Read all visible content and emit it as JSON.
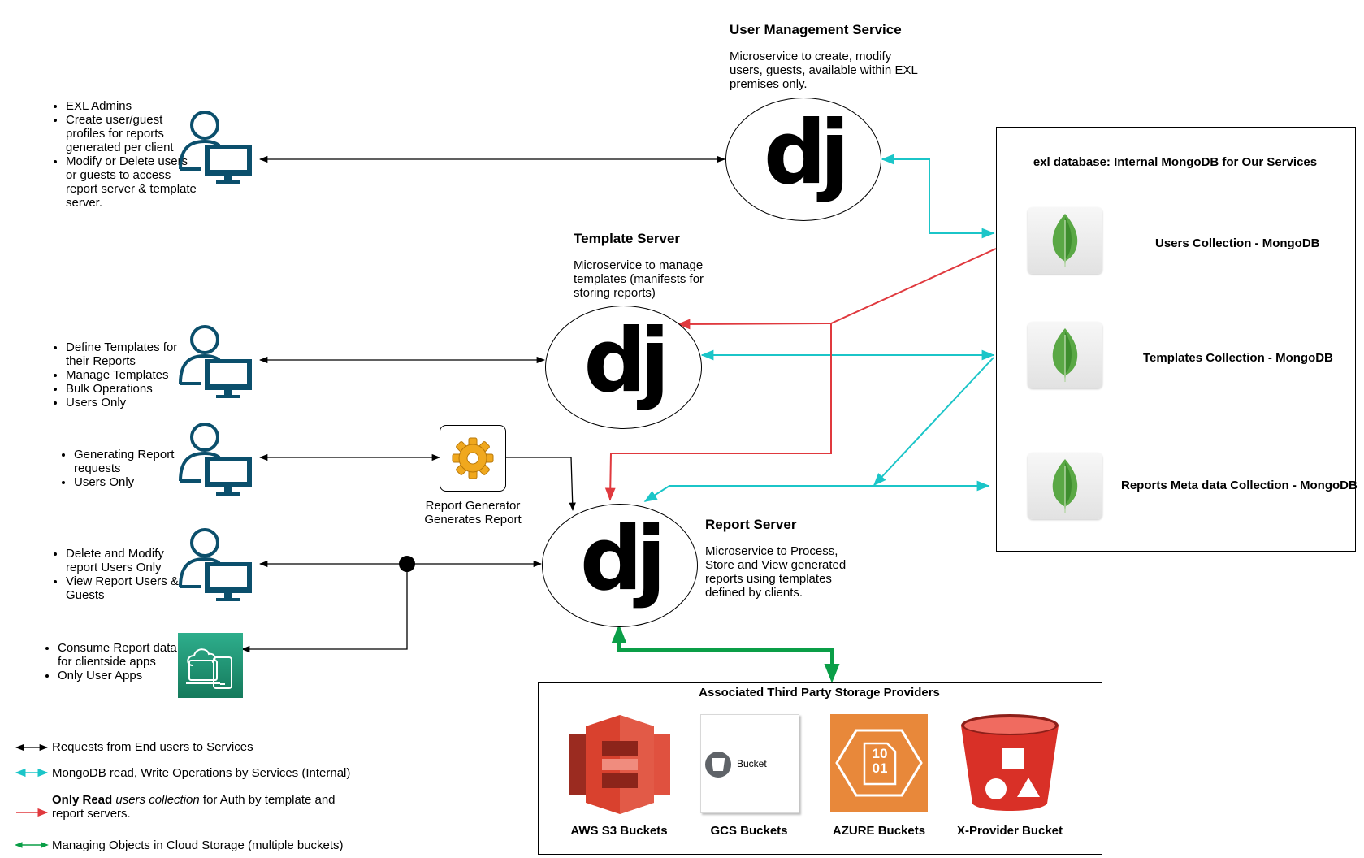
{
  "user_management": {
    "title": "User Management Service",
    "desc": "Microservice to create, modify users, guests, available within EXL premises only."
  },
  "template_server": {
    "title": "Template Server",
    "desc": "Microservice to manage templates (manifests for storing reports)"
  },
  "report_server": {
    "title": "Report Server",
    "desc": "Microservice to Process, Store and View generated reports using templates defined by clients."
  },
  "report_generator": {
    "label_line1": "Report Generator",
    "label_line2": "Generates Report"
  },
  "django_logo_text": "dj",
  "database": {
    "title": "exl database: Internal MongoDB for Our Services",
    "collections": [
      {
        "label": "Users Collection - MongoDB"
      },
      {
        "label": "Templates Collection - MongoDB"
      },
      {
        "label": "Reports Meta data Collection - MongoDB"
      }
    ]
  },
  "actors": [
    {
      "icon": "user-computer-icon",
      "bullets": [
        "EXL Admins",
        "Create user/guest profiles for reports generated per client",
        "Modify or Delete users or guests to access report server & template server."
      ]
    },
    {
      "icon": "user-computer-icon",
      "bullets": [
        "Define Templates for their Reports",
        "Manage Templates",
        "Bulk Operations",
        "Users Only"
      ]
    },
    {
      "icon": "user-computer-icon",
      "bullets": [
        "Generating Report requests",
        "Users Only"
      ]
    },
    {
      "icon": "user-computer-icon",
      "bullets": [
        "Delete and Modify report Users Only",
        "View Report Users & Guests"
      ]
    },
    {
      "icon": "cloud-devices-icon",
      "bullets": [
        "Consume Report data for clientside apps",
        "Only User Apps"
      ]
    }
  ],
  "storage": {
    "title": "Associated Third Party Storage Providers",
    "providers": [
      {
        "label": "AWS S3 Buckets",
        "icon": "aws-s3-icon"
      },
      {
        "label": "GCS Buckets",
        "icon": "gcs-bucket-icon",
        "inner_label": "Bucket"
      },
      {
        "label": "AZURE Buckets",
        "icon": "azure-storage-icon",
        "inner_label_line1": "10",
        "inner_label_line2": "01"
      },
      {
        "label": "X-Provider Bucket",
        "icon": "bucket-shapes-icon"
      }
    ]
  },
  "legend": {
    "black": "Requests from End users to Services",
    "cyan": "MongoDB read, Write Operations by Services (Internal)",
    "red_bold": "Only Read",
    "red_italic": "users collection",
    "red_rest": "for Auth by template and",
    "red_line2": "report servers.",
    "green": "Managing Objects in Cloud Storage (multiple buckets)"
  },
  "colors": {
    "black_arrow": "#000000",
    "cyan_arrow": "#1bc5c8",
    "red_arrow": "#e0393e",
    "green_arrow": "#0a9e47",
    "user_icon": "#0b4f6c",
    "mongo_green": "#5aa845",
    "aws_red": "#d9412e",
    "azure_orange": "#e8883a",
    "bucket_red": "#d93027"
  }
}
